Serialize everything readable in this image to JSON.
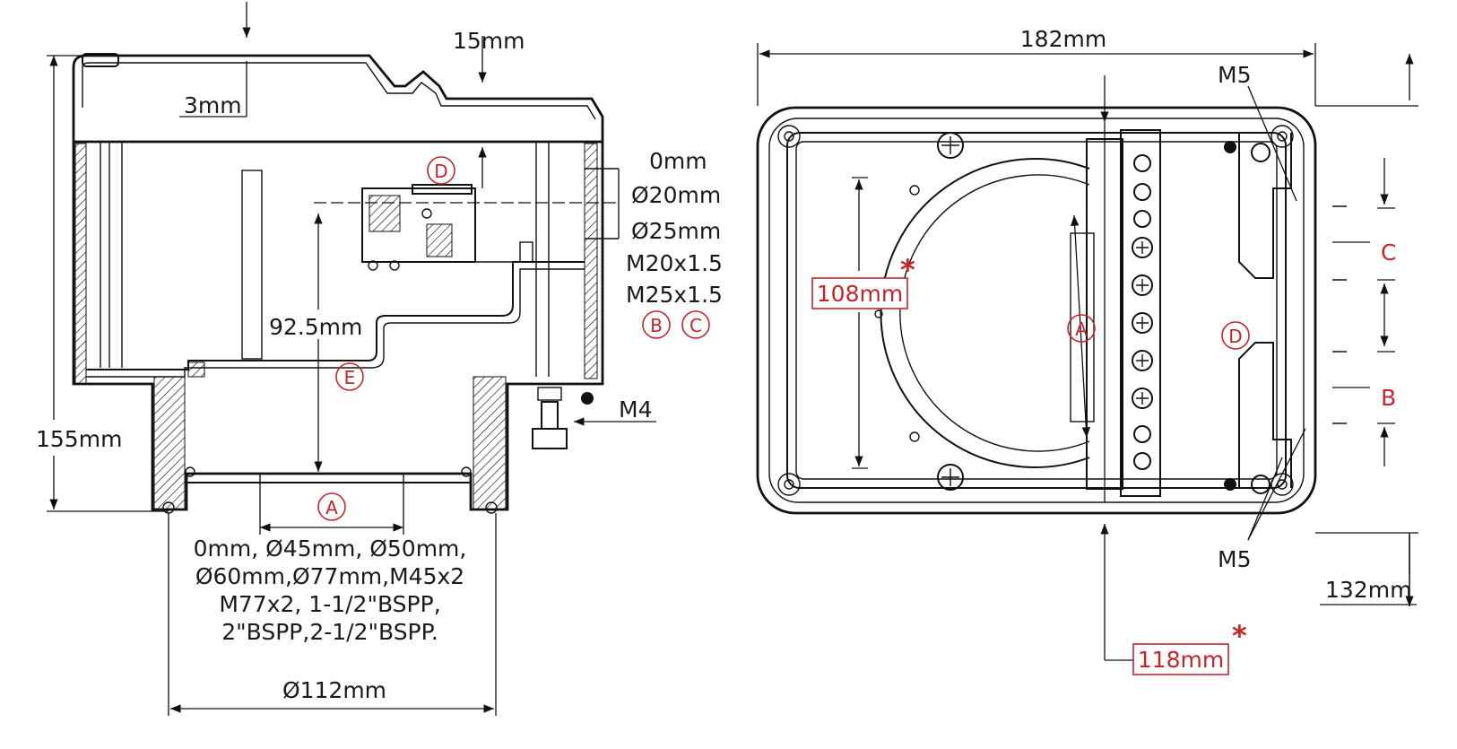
{
  "side_view": {
    "dims": {
      "top_gap": "3mm",
      "cover_offset": "15mm",
      "entry_options": [
        "0mm",
        "Ø20mm",
        "Ø25mm",
        "M20x1.5",
        "M25x1.5"
      ],
      "inner_height": "92.5mm",
      "total_height": "155mm",
      "screw": "M4",
      "base_diameter": "Ø112mm",
      "bottom_entry_options": [
        "0mm, Ø45mm, Ø50mm,",
        "Ø60mm,Ø77mm,M45x2",
        "M77x2, 1-1/2\"BSPP,",
        "2\"BSPP,2-1/2\"BSPP."
      ]
    },
    "callouts": {
      "d": "D",
      "b": "B",
      "c": "C",
      "e": "E",
      "a": "A"
    }
  },
  "top_view": {
    "dims": {
      "width": "182mm",
      "inner_height": "108mm",
      "mount_screw_top": "M5",
      "mount_screw_bottom": "M5",
      "height": "132mm",
      "inner_width": "118mm"
    },
    "asterisk": "*",
    "callouts": {
      "a": "A",
      "d": "D",
      "c": "C",
      "b": "B"
    }
  },
  "colors": {
    "line": "#111111",
    "accent_red": "#c0282b",
    "background": "#ffffff"
  }
}
